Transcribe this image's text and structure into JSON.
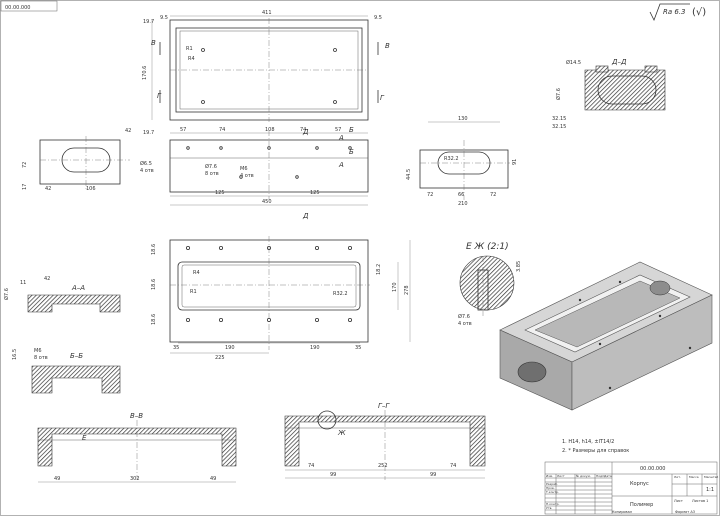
{
  "drawing": {
    "stamp_number": "00.00.000",
    "roughness": "Ra 6.3",
    "roughness_suffix": "(√)"
  },
  "plan_view": {
    "dims": [
      "411",
      "9.5",
      "9.5",
      "19.7",
      "19.7",
      "170.6",
      "R1",
      "R4"
    ],
    "section_labels": [
      "В",
      "В",
      "Г",
      "Г"
    ]
  },
  "front_view": {
    "dims": [
      "57",
      "74",
      "108",
      "74",
      "57",
      "125",
      "125",
      "450",
      "Ø7.6",
      "8 отв",
      "M6",
      "4 отв"
    ],
    "section_labels": [
      "Д",
      "Д",
      "А",
      "А",
      "Б",
      "Б"
    ]
  },
  "left_view": {
    "dims": [
      "42",
      "42",
      "106",
      "72",
      "17",
      "Ø6.5",
      "4 отв"
    ]
  },
  "right_view": {
    "dims": [
      "130",
      "72",
      "66",
      "72",
      "210",
      "91",
      "44.5",
      "R32.2"
    ]
  },
  "section_dd": {
    "label": "Д–Д",
    "dims": [
      "Ø14.5",
      "Ø7.6",
      "32.15",
      "32.15"
    ]
  },
  "main_view": {
    "dims": [
      "18.6",
      "18.6",
      "18.6",
      "R4",
      "R1",
      "190",
      "190",
      "225",
      "35",
      "35",
      "R32.2",
      "18.2",
      "170",
      "278"
    ]
  },
  "detail_zh": {
    "label": "Е Ж (2:1)",
    "dims": [
      "Ø7.6",
      "4 отв",
      "3.85"
    ]
  },
  "section_aa": {
    "label": "А–А",
    "dims": [
      "Ø7.6",
      "42",
      "11"
    ]
  },
  "section_bb": {
    "label": "Б–Б",
    "dims": [
      "M6",
      "8 отв",
      "16.5"
    ]
  },
  "section_vv": {
    "label": "В–В",
    "dims": [
      "49",
      "302",
      "49",
      "Е"
    ]
  },
  "section_gg": {
    "label": "Г–Г",
    "dims": [
      "74",
      "252",
      "74",
      "99",
      "99",
      "Ж"
    ]
  },
  "notes": {
    "line1": "1. H14, h14, ±IT14/2",
    "line2": "2. * Размеры для справок"
  },
  "title_block": {
    "number": "00.00.000",
    "name": "Корпус",
    "material": "Полимер",
    "rows": [
      "Изм.",
      "Лист",
      "№ докум.",
      "Подп.",
      "Дата",
      "Разраб.",
      "Пров.",
      "Т.контр.",
      "Н.контр.",
      "Утв."
    ],
    "lit_header": [
      "Лит.",
      "Масса",
      "Масштаб"
    ],
    "scale": "1:1",
    "sheet": "Лист",
    "sheets": "Листов 1",
    "copied": "Копировал",
    "format": "Формат А3"
  },
  "colors": {
    "line": "#333333",
    "iso_body": "#c9c9c9",
    "iso_dark": "#8a8a8a",
    "hatch": "#444444"
  }
}
